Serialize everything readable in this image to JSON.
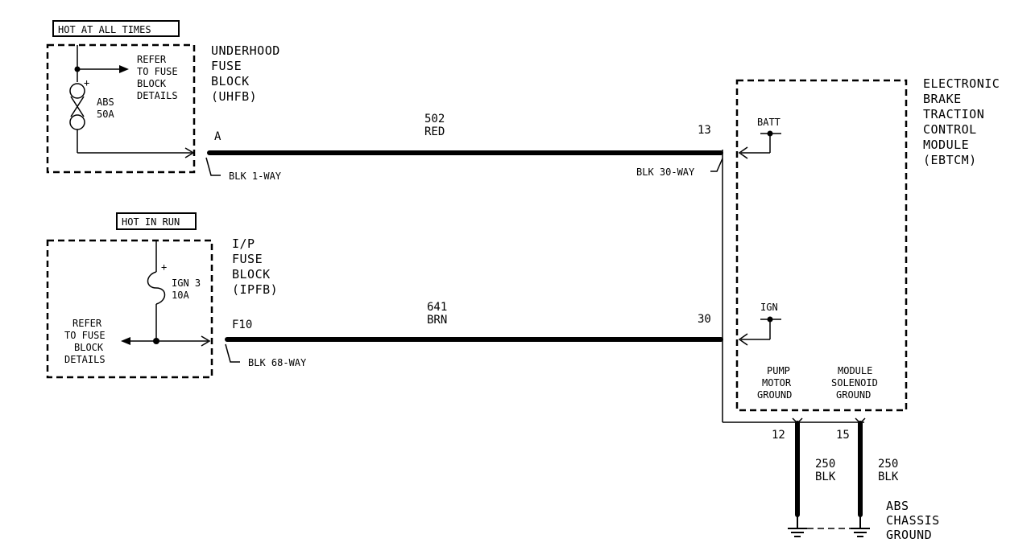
{
  "uhfb": {
    "hot_label": "HOT AT ALL TIMES",
    "name": [
      "UNDERHOOD",
      "FUSE",
      "BLOCK",
      "(UHFB)"
    ],
    "refer": [
      "REFER",
      "TO FUSE",
      "BLOCK",
      "DETAILS"
    ],
    "fuse": [
      "ABS",
      "50A"
    ],
    "terminal": "A",
    "connector": "BLK 1-WAY"
  },
  "ipfb": {
    "hot_label": "HOT IN RUN",
    "name": [
      "I/P",
      "FUSE",
      "BLOCK",
      "(IPFB)"
    ],
    "refer": [
      "REFER",
      "TO FUSE",
      "BLOCK",
      "DETAILS"
    ],
    "fuse": [
      "IGN 3",
      "10A"
    ],
    "terminal": "F10",
    "connector": "BLK 68-WAY"
  },
  "wire_502": {
    "circuit": "502",
    "color": "RED"
  },
  "wire_641": {
    "circuit": "641",
    "color": "BRN"
  },
  "ebtcm": {
    "name": [
      "ELECTRONIC",
      "BRAKE",
      "TRACTION",
      "CONTROL",
      "MODULE",
      "(EBTCM)"
    ],
    "pin_batt": "13",
    "pin_ign": "30",
    "connector": "BLK 30-WAY",
    "batt_label": "BATT",
    "ign_label": "IGN",
    "pump_ground": [
      "PUMP",
      "MOTOR",
      "GROUND"
    ],
    "solenoid_ground": [
      "MODULE",
      "SOLENOID",
      "GROUND"
    ],
    "pin_pump": "12",
    "pin_solenoid": "15"
  },
  "ground_wire_1": {
    "circuit": "250",
    "color": "BLK"
  },
  "ground_wire_2": {
    "circuit": "250",
    "color": "BLK"
  },
  "ground": [
    "ABS",
    "CHASSIS",
    "GROUND"
  ]
}
